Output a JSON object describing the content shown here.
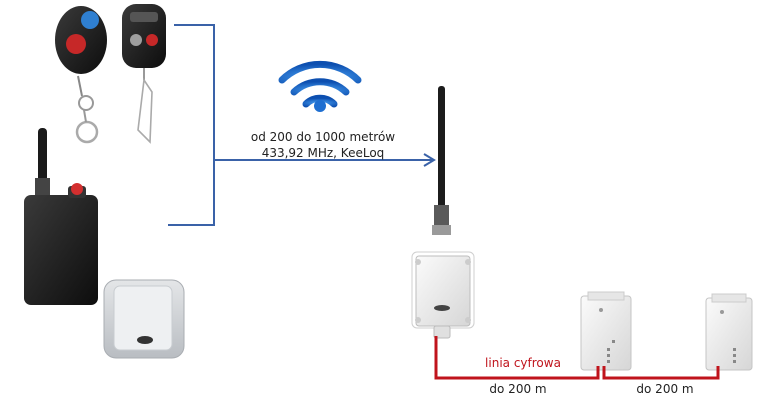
{
  "labels": {
    "range_text": "od 200 do 1000 metrów",
    "freq_text": "433,92 MHz, KeeLoq",
    "link_label": "linia cyfrowa",
    "dist_1": "do 200 m",
    "dist_2": "do 200 m"
  },
  "colors": {
    "radio_line": "#3a62a8",
    "wire": "#c0141c",
    "wifi": "#1f6fd1",
    "label_red": "#c0141c",
    "text": "#222222"
  },
  "icons": {
    "wifi": "wifi-signal-icon",
    "remote_1": "key-fob-remote-icon",
    "remote_2": "key-fob-remote-icon",
    "transmitter": "handheld-transmitter-icon",
    "wall_switch": "wall-switch-icon",
    "receiver": "receiver-box-icon",
    "module": "relay-module-icon"
  }
}
